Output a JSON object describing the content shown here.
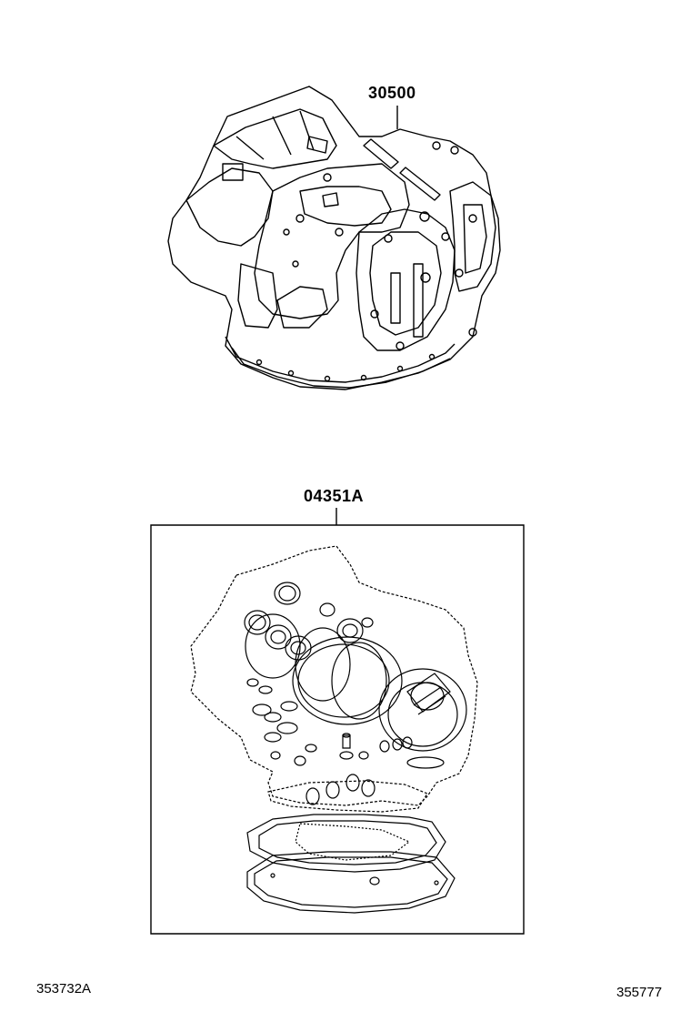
{
  "parts": [
    {
      "part_number": "30500"
    },
    {
      "part_number": "04351A"
    }
  ],
  "footer": {
    "left_code": "353732A",
    "right_code": "355777"
  }
}
